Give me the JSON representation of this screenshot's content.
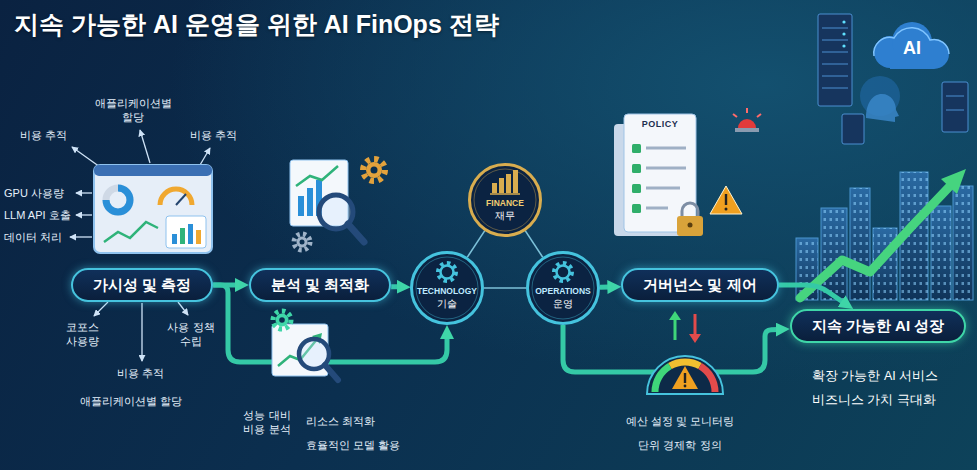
{
  "diagram": {
    "title": "지속 가능한 AI 운영을 위한 AI FinOps 전략",
    "nodes": [
      {
        "text": [
          "가시성 및 측정"
        ]
      },
      {
        "text": [
          "분석 및 최적화"
        ]
      },
      {
        "text": [
          "FINANCE",
          "재무"
        ]
      },
      {
        "text": [
          "TECHNOLOGY",
          "기술"
        ]
      },
      {
        "text": [
          "OPERATIONS",
          "운영"
        ]
      },
      {
        "text": [
          "거버넌스 및 제어"
        ]
      },
      {
        "text": [
          "지속 가능한 AI 성장"
        ]
      }
    ],
    "edges": [
      {
        "from": 0,
        "to": 1,
        "arrow": "to"
      },
      {
        "from": 0,
        "to": 3,
        "arrow": "to"
      },
      {
        "from": 1,
        "to": 3,
        "arrow": "to"
      },
      {
        "from": 2,
        "to": 3,
        "arrow": "none"
      },
      {
        "from": 2,
        "to": 4,
        "arrow": "none"
      },
      {
        "from": 3,
        "to": 4,
        "arrow": "none"
      },
      {
        "from": 4,
        "to": 5,
        "arrow": "to"
      },
      {
        "from": 4,
        "to": 6,
        "arrow": "to"
      },
      {
        "from": 5,
        "to": 6,
        "arrow": "to"
      }
    ],
    "labels": [
      "애플리케이션별 할당",
      "비용 추적",
      "비용 추적",
      "GPU 사용량",
      "LLM API 호출",
      "데이터 처리",
      "코포스 사용량",
      "사용 정책 수립",
      "비용 추적",
      "애플리케이션별 할당",
      "성능 대비 비용 분석",
      "리소스 최적화",
      "효율적인 모델 활용",
      "POLICY",
      "AI",
      "예산 설정 및 모니터링",
      "단위 경제학 정의",
      "확장 가능한 AI 서비스",
      "비즈니스 가치 극대화"
    ]
  }
}
